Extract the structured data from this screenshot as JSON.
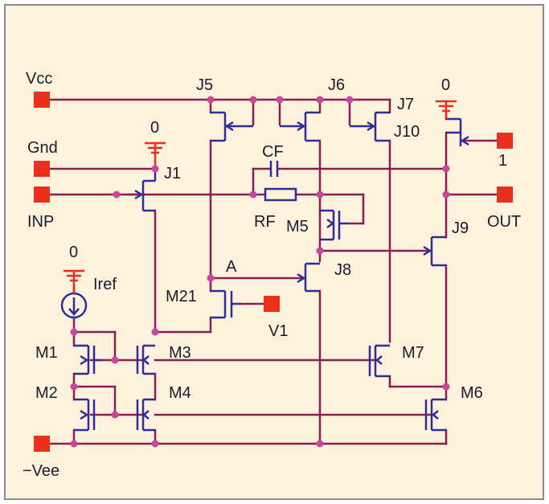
{
  "colors": {
    "background": "#fdf2dc",
    "border": "#8c8c8c",
    "wire": "#8a1f55",
    "device": "#2e2e9a",
    "lead": "#e8512a",
    "node": "#c8479a",
    "terminal": "#e8301c",
    "ground": "#e8301c"
  },
  "labels": {
    "vcc": "Vcc",
    "gnd": "Gnd",
    "inp": "INP",
    "vee": "−Vee",
    "out": "OUT",
    "one": "1",
    "v1": "V1",
    "a": "A",
    "cf": "CF",
    "rf": "RF",
    "iref": "Iref",
    "zero_left": "0",
    "zero_mid": "0",
    "zero_right": "0",
    "j1": "J1",
    "j5": "J5",
    "j6": "J6",
    "j7": "J7",
    "j8": "J8",
    "j9": "J9",
    "j10": "J10",
    "m1": "M1",
    "m2": "M2",
    "m3": "M3",
    "m4": "M4",
    "m5": "M5",
    "m6": "M6",
    "m7": "M7",
    "m21": "M21"
  }
}
